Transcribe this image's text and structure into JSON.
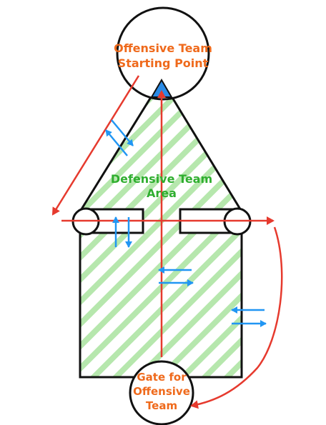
{
  "labels": {
    "offense_start_line1": "Offensive Team",
    "offense_start_line2": "Starting Point",
    "defense_area_line1": "Defensive Team",
    "defense_area_line2": "Area",
    "gate_line1": "Gate for",
    "gate_line2": "Offensive",
    "gate_line3": "Team"
  },
  "colors": {
    "outline": "#111111",
    "hatch": "#b6e7ad",
    "path_red": "#e63a2e",
    "arrow_blue": "#2196f3",
    "label_orange": "#ef6a1c",
    "label_green": "#2fae2f",
    "start_marker": "#2a8be6"
  }
}
